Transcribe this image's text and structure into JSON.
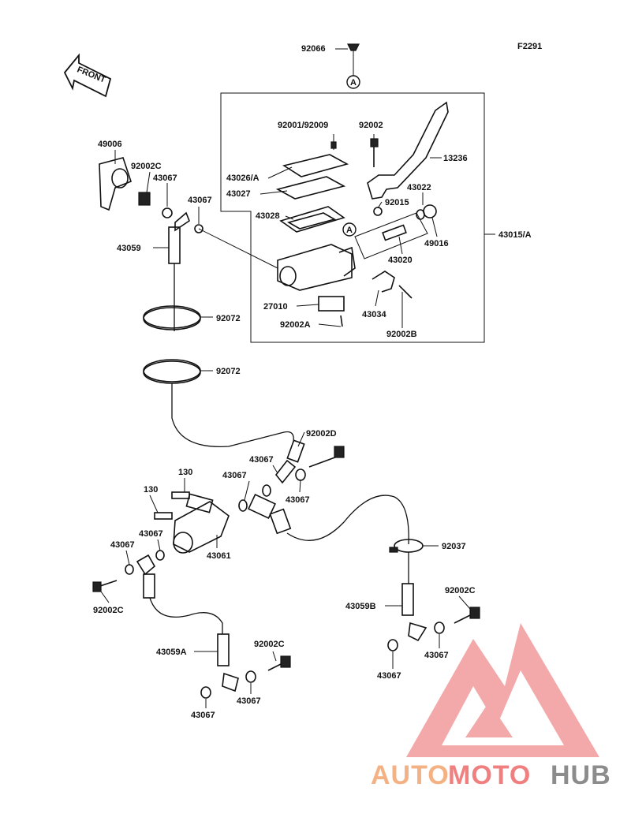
{
  "diagram": {
    "code": "F2291",
    "front_label": "FRONT",
    "circle_marker": "A",
    "labels": {
      "p92066": "92066",
      "p92001": "92001/92009",
      "p92002_top": "92002",
      "p13236": "13236",
      "p49006": "49006",
      "p92002C_a": "92002C",
      "p43067_a": "43067",
      "p43067_b": "43067",
      "p43026": "43026/A",
      "p43027": "43027",
      "p43028": "43028",
      "p43022": "43022",
      "p92015": "92015",
      "p49016": "49016",
      "p43015": "43015/A",
      "p43059": "43059",
      "p43020": "43020",
      "p27010": "27010",
      "p92002A": "92002A",
      "p43034": "43034",
      "p92002B": "92002B",
      "p92072_a": "92072",
      "p92072_b": "92072",
      "p92002D": "92002D",
      "p43067_c": "43067",
      "p43067_d": "43067",
      "p43067_e": "43067",
      "p130_a": "130",
      "p130_b": "130",
      "p43067_f": "43067",
      "p43067_g": "43067",
      "p43061": "43061",
      "p92037": "92037",
      "p92002C_b": "92002C",
      "p92002C_c": "92002C",
      "p43059B": "43059B",
      "p43059A": "43059A",
      "p92002C_d": "92002C",
      "p43067_h": "43067",
      "p43067_i": "43067",
      "p43067_j": "43067",
      "p43067_k": "43067"
    }
  },
  "watermark": {
    "part1": "AUTO",
    "part2": "MOTO",
    "part3": "HUB",
    "color1": "#f4b183",
    "color2": "#f08080",
    "color3": "#8c8c8c"
  }
}
